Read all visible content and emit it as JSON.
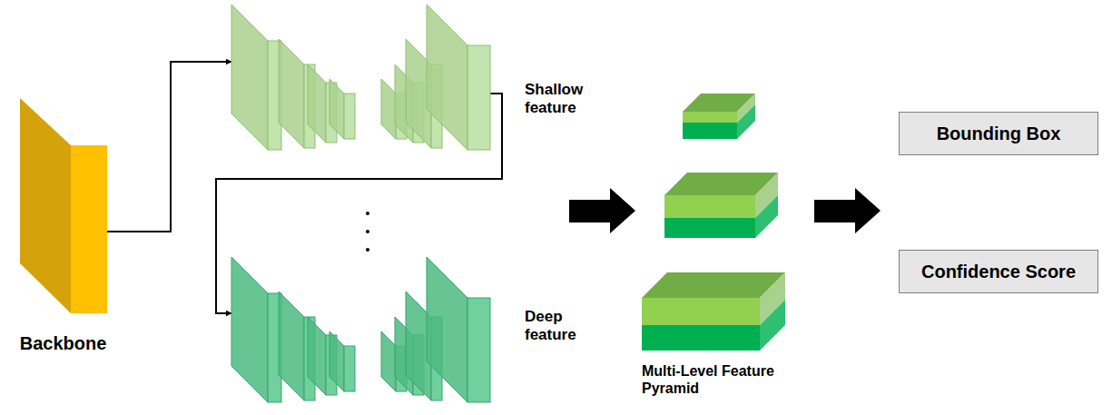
{
  "diagram": {
    "nodes": [
      {
        "text": [
          "Backbone"
        ]
      },
      {
        "text": [
          "Shallow feature"
        ]
      },
      {
        "text": [
          "Deep feature"
        ]
      },
      {
        "text": [
          "Multi-Level Feature Pyramid"
        ]
      },
      {
        "text": [
          "Bounding Box"
        ]
      },
      {
        "text": [
          "Confidence Score"
        ]
      }
    ],
    "edges": [
      {
        "from": 0,
        "to": 1,
        "arrow": "to"
      },
      {
        "from": 1,
        "to": 2,
        "arrow": "to"
      }
    ]
  }
}
